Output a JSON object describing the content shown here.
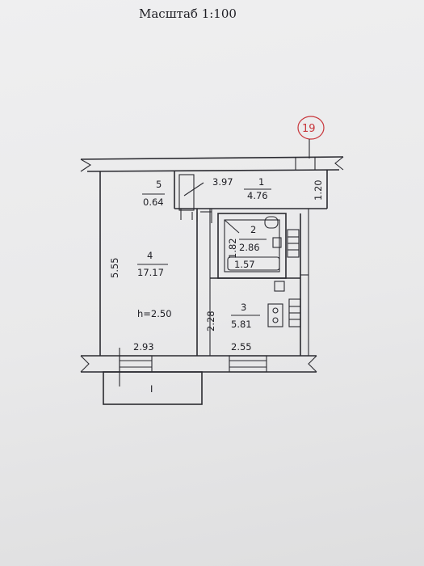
{
  "scale_title": "Масштаб  1:100",
  "apartment_number": "19",
  "rooms": [
    {
      "id": "1",
      "area": "4.76"
    },
    {
      "id": "2",
      "area": "2.86"
    },
    {
      "id": "3",
      "area": "5.81"
    },
    {
      "id": "4",
      "area": "17.17"
    },
    {
      "id": "5",
      "area": "0.64"
    }
  ],
  "dimensions": {
    "hall_length": "3.97",
    "hall_width": "1.20",
    "bathroom_width": "1.82",
    "bathtub": "1.57",
    "living_height": "5.55",
    "living_width": "2.93",
    "kitchen_height": "2.28",
    "kitchen_width": "2.55"
  },
  "ceiling_height": "h=2.50",
  "balcony_label": "I"
}
